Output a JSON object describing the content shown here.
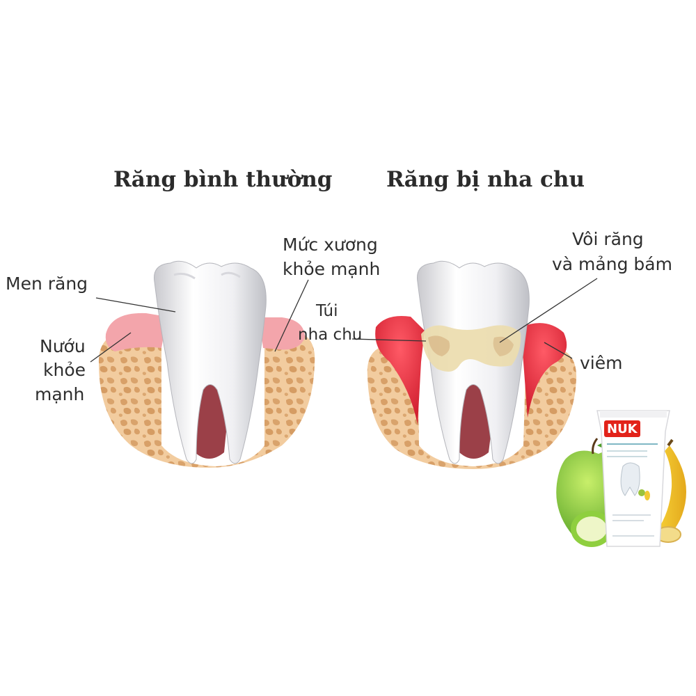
{
  "titles": {
    "normal": "Răng bình thường",
    "periodontal": "Răng bị nha chu"
  },
  "labels": {
    "enamel": "Men răng",
    "healthy_gum_line1": "Nướu",
    "healthy_gum_line2": "khỏe",
    "healthy_gum_line3": "mạnh",
    "bone_level_line1": "Mức xương",
    "bone_level_line2": "khỏe mạnh",
    "pocket_line1": "Túi",
    "pocket_line2": "nha chu",
    "tartar_line1": "Vôi răng",
    "tartar_line2": "và mảng bám",
    "inflamed": "viêm"
  },
  "product": {
    "brand": "NUK"
  },
  "colors": {
    "bone": "#f0c89a",
    "bone_spots": "#d9a26c",
    "gum_healthy": "#f2a3a8",
    "gum_inflamed": "#e8303f",
    "tooth": "#f2f2f4",
    "tartar": "#e9dcb0"
  }
}
